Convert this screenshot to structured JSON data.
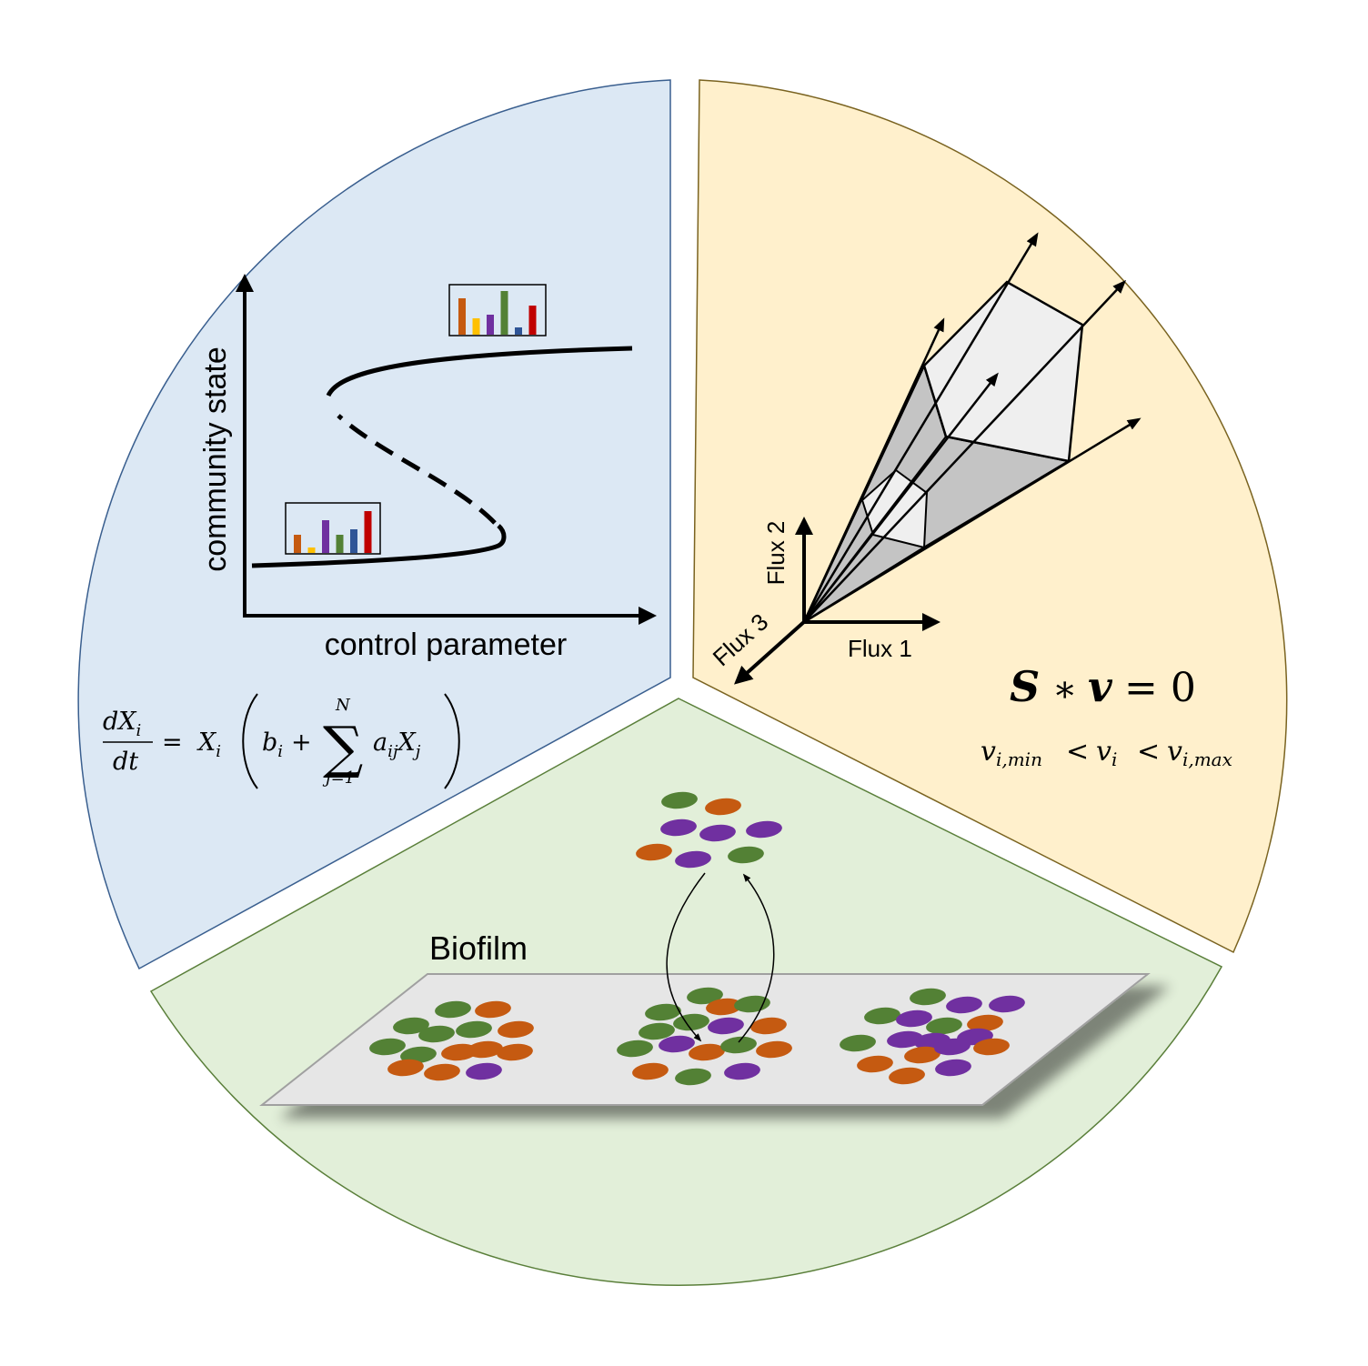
{
  "colors": {
    "blue_fill": "#dce8f4",
    "blue_stroke": "#3a5f8f",
    "yellow_fill": "#fff0cc",
    "yellow_stroke": "#7a6320",
    "green_fill": "#e2efd9",
    "green_stroke": "#5a7f3a",
    "cell_green": "#538135",
    "cell_orange": "#c55a11",
    "cell_purple": "#7030a0",
    "bar_colors": [
      "#c55a11",
      "#ffc000",
      "#7030a0",
      "#538135",
      "#2f5597",
      "#c00000"
    ]
  },
  "bifurcation": {
    "ylabel": "community state",
    "xlabel": "control parameter",
    "upper_bars": [
      40,
      18,
      22,
      48,
      8,
      32
    ],
    "lower_bars": [
      20,
      6,
      36,
      20,
      26,
      46
    ]
  },
  "lv_equation": {
    "numerator": "dX",
    "numerator_sub": "i",
    "denominator": "dt",
    "rhs_x": "X",
    "rhs_x_sub": "i",
    "b": "b",
    "b_sub": "i",
    "plus": "+",
    "sum_upper": "N",
    "sum_lower": "j=1",
    "a": "a",
    "a_sub": "ij",
    "x": "X",
    "x_sub": "j",
    "equals": "="
  },
  "flux": {
    "axis1": "Flux 1",
    "axis2": "Flux 2",
    "axis3": "Flux 3",
    "equation": {
      "S": "S",
      "op": "∗",
      "v": "v",
      "rhs": "= 0"
    },
    "constraint": {
      "v": "v",
      "min_sub": "i,min",
      "lt": "<",
      "vi_sub": "i",
      "max_sub": "i,max"
    }
  },
  "biofilm": {
    "label": "Biofilm"
  }
}
